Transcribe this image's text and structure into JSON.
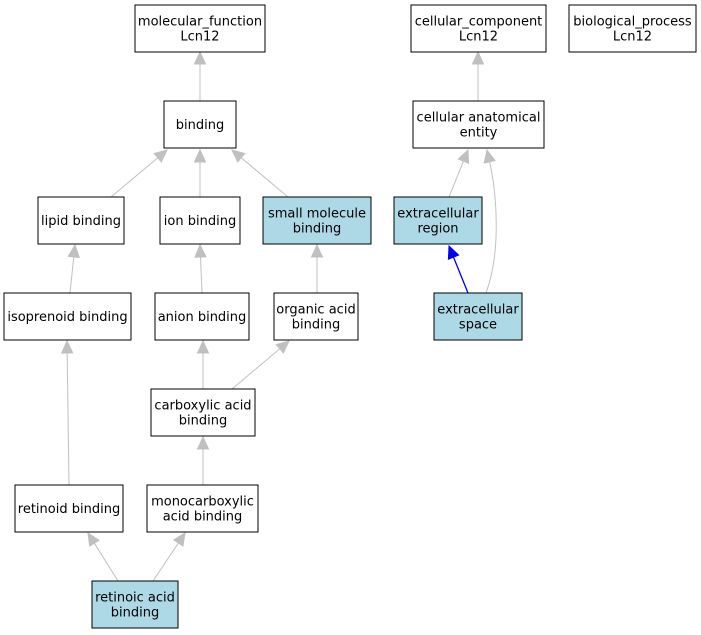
{
  "colors": {
    "edge_default": "#c0c0c0",
    "edge_highlight": "#0000ee",
    "node_fill_default": "#ffffff",
    "node_fill_highlight": "#add8e6",
    "node_stroke": "#000000"
  },
  "graph": {
    "nodes": {
      "mf_root": {
        "lines": [
          "molecular_function",
          "Lcn12"
        ],
        "highlight": false
      },
      "cc_root": {
        "lines": [
          "cellular_component",
          "Lcn12"
        ],
        "highlight": false
      },
      "bp_root": {
        "lines": [
          "biological_process",
          "Lcn12"
        ],
        "highlight": false
      },
      "binding": {
        "lines": [
          "binding"
        ],
        "highlight": false
      },
      "cellular_anatomical_entity": {
        "lines": [
          "cellular anatomical",
          "entity"
        ],
        "highlight": false
      },
      "lipid_binding": {
        "lines": [
          "lipid binding"
        ],
        "highlight": false
      },
      "ion_binding": {
        "lines": [
          "ion binding"
        ],
        "highlight": false
      },
      "small_molecule_binding": {
        "lines": [
          "small molecule",
          "binding"
        ],
        "highlight": true
      },
      "extracellular_region": {
        "lines": [
          "extracellular",
          "region"
        ],
        "highlight": true
      },
      "isoprenoid_binding": {
        "lines": [
          "isoprenoid binding"
        ],
        "highlight": false
      },
      "anion_binding": {
        "lines": [
          "anion binding"
        ],
        "highlight": false
      },
      "organic_acid_binding": {
        "lines": [
          "organic acid",
          "binding"
        ],
        "highlight": false
      },
      "extracellular_space": {
        "lines": [
          "extracellular",
          "space"
        ],
        "highlight": true
      },
      "carboxylic_acid_binding": {
        "lines": [
          "carboxylic acid",
          "binding"
        ],
        "highlight": false
      },
      "retinoid_binding": {
        "lines": [
          "retinoid binding"
        ],
        "highlight": false
      },
      "monocarboxylic_acid_binding": {
        "lines": [
          "monocarboxylic",
          "acid binding"
        ],
        "highlight": false
      },
      "retinoic_acid_binding": {
        "lines": [
          "retinoic acid",
          "binding"
        ],
        "highlight": true
      }
    },
    "edges": [
      {
        "from": "binding",
        "to": "mf_root",
        "highlight": false
      },
      {
        "from": "lipid_binding",
        "to": "binding",
        "highlight": false
      },
      {
        "from": "ion_binding",
        "to": "binding",
        "highlight": false
      },
      {
        "from": "small_molecule_binding",
        "to": "binding",
        "highlight": false
      },
      {
        "from": "isoprenoid_binding",
        "to": "lipid_binding",
        "highlight": false
      },
      {
        "from": "anion_binding",
        "to": "ion_binding",
        "highlight": false
      },
      {
        "from": "organic_acid_binding",
        "to": "small_molecule_binding",
        "highlight": false
      },
      {
        "from": "carboxylic_acid_binding",
        "to": "anion_binding",
        "highlight": false
      },
      {
        "from": "carboxylic_acid_binding",
        "to": "organic_acid_binding",
        "highlight": false
      },
      {
        "from": "retinoid_binding",
        "to": "isoprenoid_binding",
        "highlight": false
      },
      {
        "from": "monocarboxylic_acid_binding",
        "to": "carboxylic_acid_binding",
        "highlight": false
      },
      {
        "from": "retinoic_acid_binding",
        "to": "retinoid_binding",
        "highlight": false
      },
      {
        "from": "retinoic_acid_binding",
        "to": "monocarboxylic_acid_binding",
        "highlight": false
      },
      {
        "from": "cellular_anatomical_entity",
        "to": "cc_root",
        "highlight": false
      },
      {
        "from": "extracellular_region",
        "to": "cellular_anatomical_entity",
        "highlight": false
      },
      {
        "from": "extracellular_space",
        "to": "cellular_anatomical_entity",
        "highlight": false
      },
      {
        "from": "extracellular_space",
        "to": "extracellular_region",
        "highlight": true
      }
    ]
  }
}
